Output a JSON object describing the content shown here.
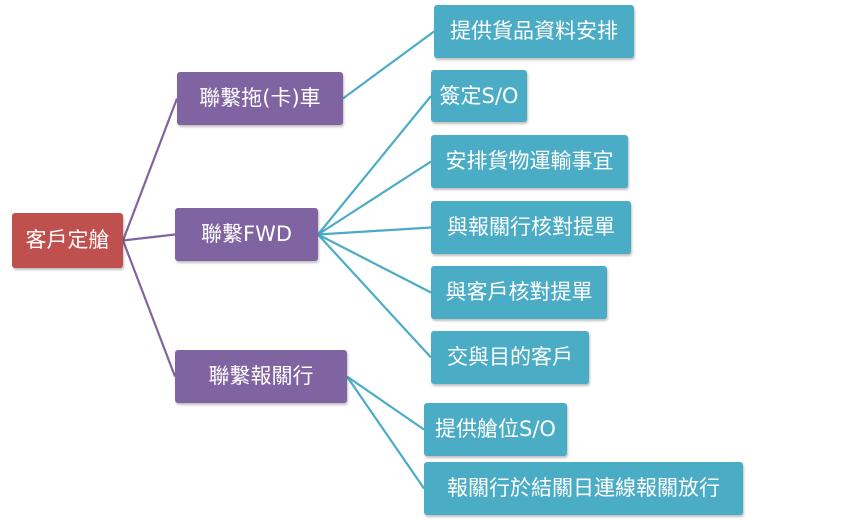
{
  "colors": {
    "root": "#c0504d",
    "level1": "#8064a2",
    "level2": "#4bacc6",
    "level1_line": "#8064a2",
    "level2_line": "#4bacc6"
  },
  "root": {
    "label": "客戶定艙"
  },
  "branches": [
    {
      "label": "聯繫拖(卡)車",
      "children": [
        {
          "label": "提供貨品資料安排"
        }
      ]
    },
    {
      "label": "聯繫FWD",
      "children": [
        {
          "label": "簽定S/O"
        },
        {
          "label": "安排貨物運輸事宜"
        },
        {
          "label": "與報關行核對提單"
        },
        {
          "label": "與客戶核對提單"
        },
        {
          "label": "交與目的客戶"
        }
      ]
    },
    {
      "label": "聯繫報關行",
      "children": [
        {
          "label": "提供艙位S/O"
        },
        {
          "label": "報關行於結關日連線報關放行"
        }
      ]
    }
  ]
}
